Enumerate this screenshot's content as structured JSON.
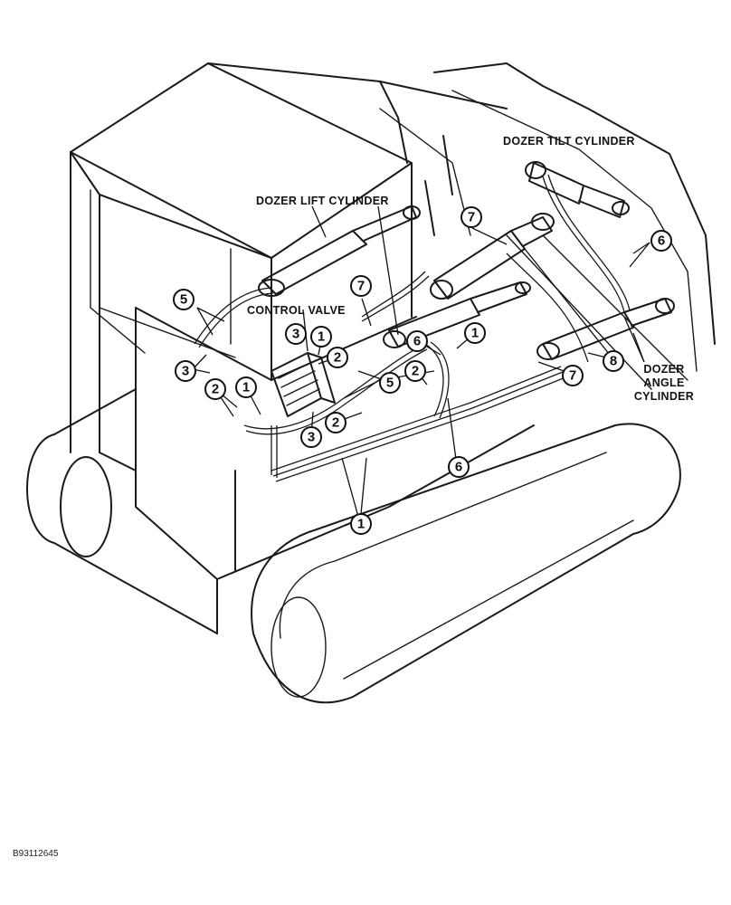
{
  "labels": {
    "tilt_cylinder": "DOZER TILT CYLINDER",
    "lift_cylinder": "DOZER LIFT CYLINDER",
    "control_valve": "CONTROL VALVE",
    "angle_cylinder_1": "DOZER",
    "angle_cylinder_2": "ANGLE",
    "angle_cylinder_3": "CYLINDER"
  },
  "callouts": [
    {
      "id": "c-5-left",
      "num": "5"
    },
    {
      "id": "c-7-top",
      "num": "7"
    },
    {
      "id": "c-6-right",
      "num": "6"
    },
    {
      "id": "c-7-mid",
      "num": "7"
    },
    {
      "id": "c-3-top",
      "num": "3"
    },
    {
      "id": "c-1-top",
      "num": "1"
    },
    {
      "id": "c-2-top",
      "num": "2"
    },
    {
      "id": "c-1-mid",
      "num": "1"
    },
    {
      "id": "c-6-mid",
      "num": "6"
    },
    {
      "id": "c-3-left",
      "num": "3"
    },
    {
      "id": "c-2-left",
      "num": "2"
    },
    {
      "id": "c-1-left",
      "num": "1"
    },
    {
      "id": "c-5-mid",
      "num": "5"
    },
    {
      "id": "c-2-center",
      "num": "2"
    },
    {
      "id": "c-2-low",
      "num": "2"
    },
    {
      "id": "c-3-low",
      "num": "3"
    },
    {
      "id": "c-7-right",
      "num": "7"
    },
    {
      "id": "c-8-right",
      "num": "8"
    },
    {
      "id": "c-6-low",
      "num": "6"
    },
    {
      "id": "c-1-bottom",
      "num": "1"
    }
  ],
  "figure_code": "B93112645"
}
